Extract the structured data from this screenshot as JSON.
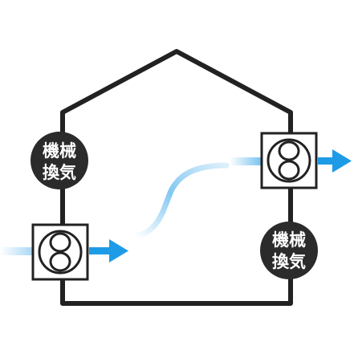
{
  "colors": {
    "outline": "#222222",
    "badge_fill": "#2b2b2b",
    "badge_text": "#ffffff",
    "airflow": "#1e9be6",
    "fan_box_fill": "#ffffff"
  },
  "badges": [
    {
      "line1": "機械",
      "line2": "換気"
    },
    {
      "line1": "機械",
      "line2": "換気"
    }
  ],
  "icons": {
    "fan": "ventilation-fan-icon",
    "arrow": "airflow-arrow-icon"
  }
}
